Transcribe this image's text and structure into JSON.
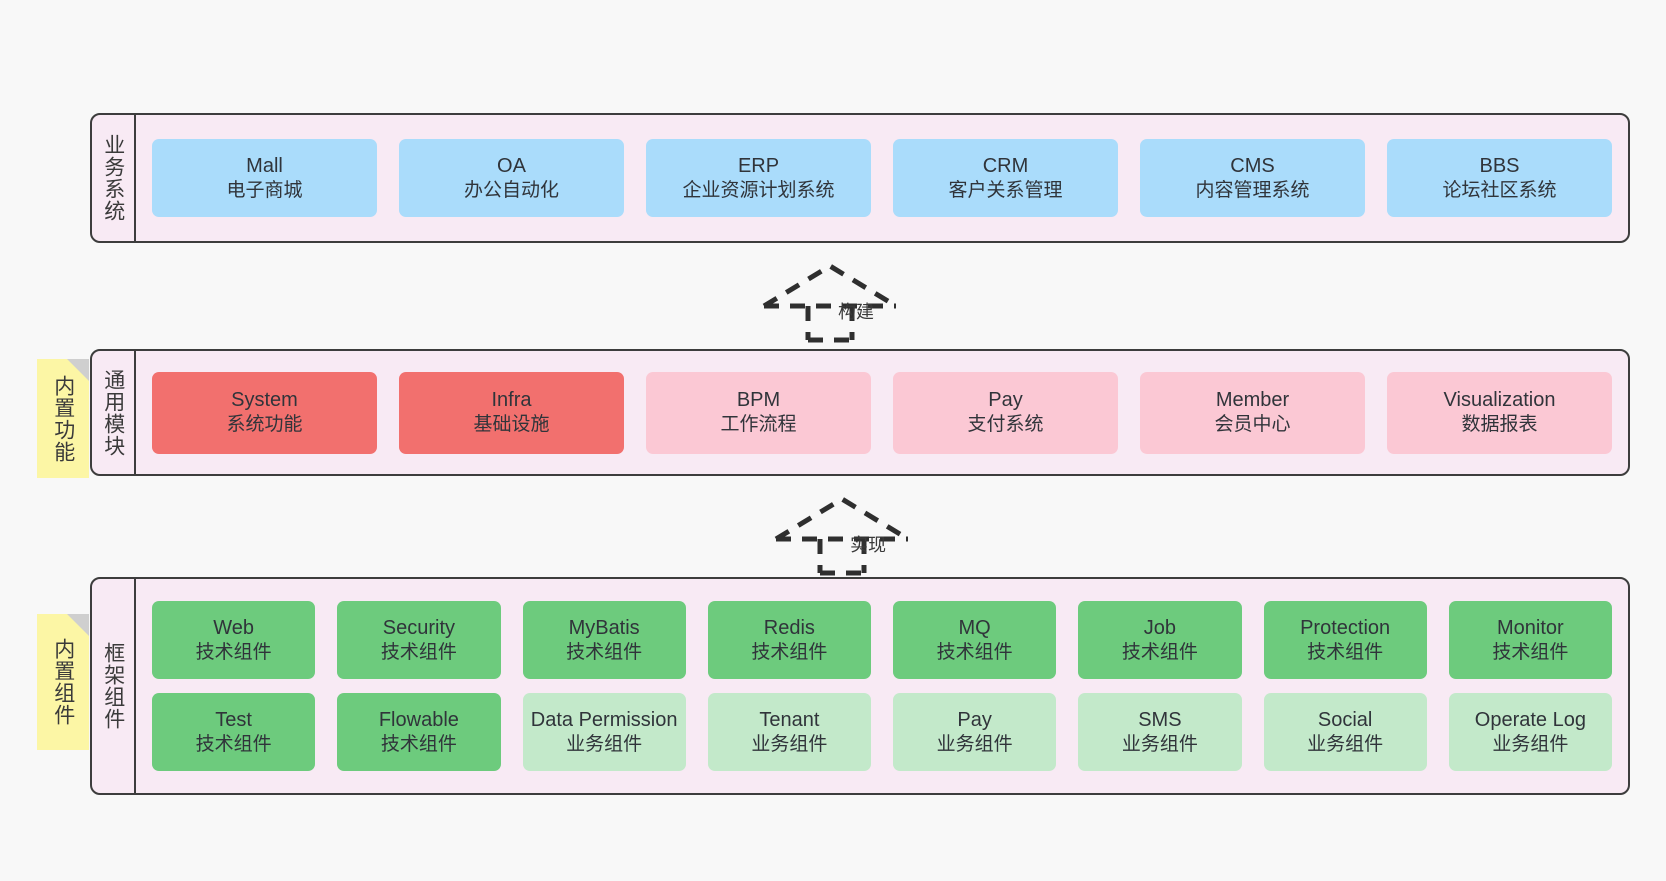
{
  "diagram": {
    "title_colors": {
      "canvas_background": "#f8f8f8",
      "band_background": "#f8eaf4",
      "band_border": "#3d3d3d",
      "business_card": "#aadcfb",
      "core_module_card": "#f2706e",
      "optional_module_card": "#fbc8d4",
      "tech_component_card": "#6dcb7d",
      "business_component_card": "#c3e9ca",
      "sticky_note": "#fcf6a5"
    }
  },
  "bands": {
    "business": {
      "caption": "业务系统",
      "rows": [
        [
          {
            "title": "Mall",
            "subtitle": "电子商城",
            "style": "c-blue"
          },
          {
            "title": "OA",
            "subtitle": "办公自动化",
            "style": "c-blue"
          },
          {
            "title": "ERP",
            "subtitle": "企业资源计划系统",
            "style": "c-blue"
          },
          {
            "title": "CRM",
            "subtitle": "客户关系管理",
            "style": "c-blue"
          },
          {
            "title": "CMS",
            "subtitle": "内容管理系统",
            "style": "c-blue"
          },
          {
            "title": "BBS",
            "subtitle": "论坛社区系统",
            "style": "c-blue"
          }
        ]
      ]
    },
    "common": {
      "caption": "通用模块",
      "note": "内置功能",
      "rows": [
        [
          {
            "title": "System",
            "subtitle": "系统功能",
            "style": "c-red"
          },
          {
            "title": "Infra",
            "subtitle": "基础设施",
            "style": "c-red"
          },
          {
            "title": "BPM",
            "subtitle": "工作流程",
            "style": "c-pink"
          },
          {
            "title": "Pay",
            "subtitle": "支付系统",
            "style": "c-pink"
          },
          {
            "title": "Member",
            "subtitle": "会员中心",
            "style": "c-pink"
          },
          {
            "title": "Visualization",
            "subtitle": "数据报表",
            "style": "c-pink"
          }
        ]
      ]
    },
    "framework": {
      "caption": "框架组件",
      "note": "内置组件",
      "rows": [
        [
          {
            "title": "Web",
            "subtitle": "技术组件",
            "style": "c-green"
          },
          {
            "title": "Security",
            "subtitle": "技术组件",
            "style": "c-green"
          },
          {
            "title": "MyBatis",
            "subtitle": "技术组件",
            "style": "c-green"
          },
          {
            "title": "Redis",
            "subtitle": "技术组件",
            "style": "c-green"
          },
          {
            "title": "MQ",
            "subtitle": "技术组件",
            "style": "c-green"
          },
          {
            "title": "Job",
            "subtitle": "技术组件",
            "style": "c-green"
          },
          {
            "title": "Protection",
            "subtitle": "技术组件",
            "style": "c-green"
          },
          {
            "title": "Monitor",
            "subtitle": "技术组件",
            "style": "c-green"
          }
        ],
        [
          {
            "title": "Test",
            "subtitle": "技术组件",
            "style": "c-green"
          },
          {
            "title": "Flowable",
            "subtitle": "技术组件",
            "style": "c-green"
          },
          {
            "title": "Data Permission",
            "subtitle": "业务组件",
            "style": "c-lightgreen"
          },
          {
            "title": "Tenant",
            "subtitle": "业务组件",
            "style": "c-lightgreen"
          },
          {
            "title": "Pay",
            "subtitle": "业务组件",
            "style": "c-lightgreen"
          },
          {
            "title": "SMS",
            "subtitle": "业务组件",
            "style": "c-lightgreen"
          },
          {
            "title": "Social",
            "subtitle": "业务组件",
            "style": "c-lightgreen"
          },
          {
            "title": "Operate Log",
            "subtitle": "业务组件",
            "style": "c-lightgreen"
          }
        ]
      ]
    }
  },
  "connectors": [
    {
      "label": "构建",
      "from": "common",
      "to": "business"
    },
    {
      "label": "实现",
      "from": "framework",
      "to": "common"
    }
  ]
}
